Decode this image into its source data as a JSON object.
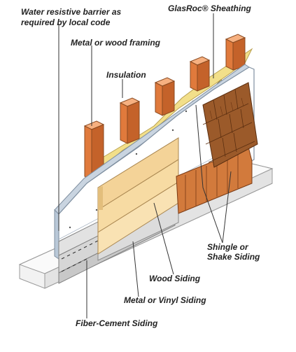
{
  "labels": {
    "water_barrier_line1": "Water resistive barrier as",
    "water_barrier_line2": "required by local code",
    "sheathing": "GlasRoc® Sheathing",
    "framing": "Metal or wood framing",
    "insulation": "Insulation",
    "shingle_line1": "Shingle or",
    "shingle_line2": "Shake Siding",
    "wood_siding": "Wood Siding",
    "vinyl_siding": "Metal or Vinyl Siding",
    "fiber_cement": "Fiber-Cement Siding"
  },
  "colors": {
    "stud": "#e07a3c",
    "stud_light": "#f19a5a",
    "stud_dark": "#b85a24",
    "insulation": "#f2df8a",
    "sheathing": "#ffffff",
    "sheathing_edge": "#b9c8d8",
    "wood_siding": "#f7dba3",
    "vinyl_siding": "#d9d9d9",
    "shake_siding": "#9b5a2a",
    "shake_lower": "#d27a3c",
    "foundation": "#f1f1f1",
    "leader": "#333333"
  }
}
